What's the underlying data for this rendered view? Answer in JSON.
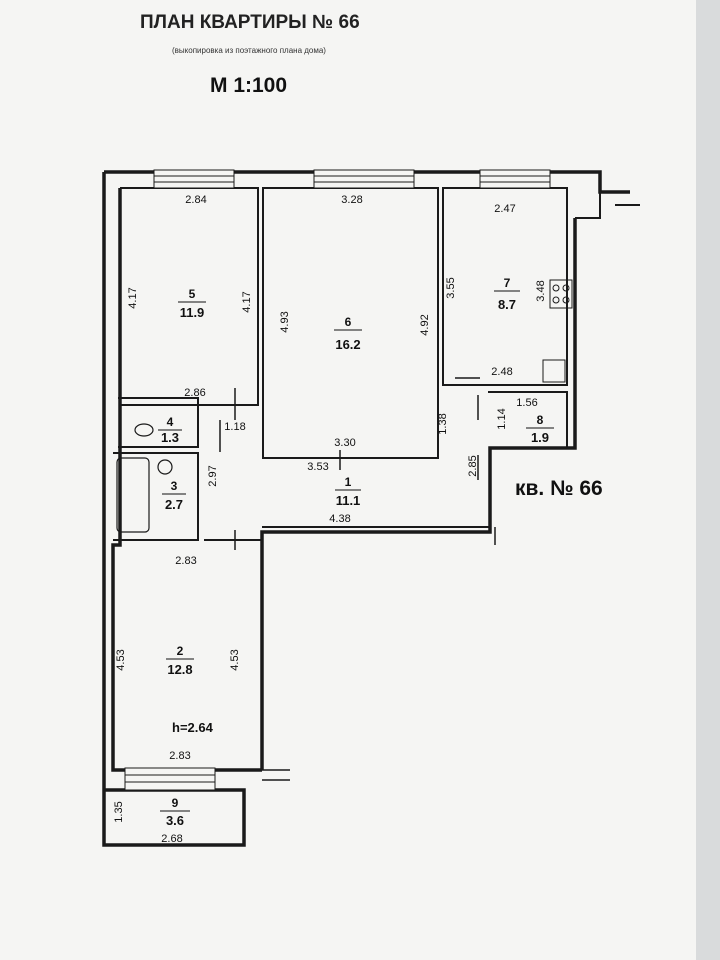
{
  "header": {
    "title": "ПЛАН КВАРТИРЫ №  66",
    "subtitle": "(выкопировка из поэтажного плана дома)",
    "scale": "М 1:100"
  },
  "apartment_label": "кв. № 66",
  "ceiling_height": "h=2.64",
  "rooms": [
    {
      "number": "1",
      "area": "11.1"
    },
    {
      "number": "2",
      "area": "12.8"
    },
    {
      "number": "3",
      "area": "2.7"
    },
    {
      "number": "4",
      "area": "1.3"
    },
    {
      "number": "5",
      "area": "11.9"
    },
    {
      "number": "6",
      "area": "16.2"
    },
    {
      "number": "7",
      "area": "8.7"
    },
    {
      "number": "8",
      "area": "1.9"
    },
    {
      "number": "9",
      "area": "3.6"
    }
  ],
  "dimensions": {
    "r5_top": "2.84",
    "r5_left": "4.17",
    "r5_right": "4.17",
    "r5_bottom": "2.86",
    "r6_top": "3.28",
    "r6_left": "4.93",
    "r6_right": "4.92",
    "r6_bottom": "3.30",
    "r7_top": "2.47",
    "r7_left": "3.55",
    "r7_right": "3.48",
    "r7_bottom": "2.48",
    "r8_top": "1.56",
    "r8_left": "1.14",
    "hall_1_38": "1.38",
    "r4_width": "1.18",
    "r3_height": "2.97",
    "hall_3_53": "3.53",
    "hall_4_38": "4.38",
    "hall_2_85": "2.85",
    "r2_top": "2.83",
    "r2_left": "4.53",
    "r2_right": "4.53",
    "r2_bottom": "2.83",
    "r9_left": "1.35",
    "r9_bottom": "2.68"
  }
}
